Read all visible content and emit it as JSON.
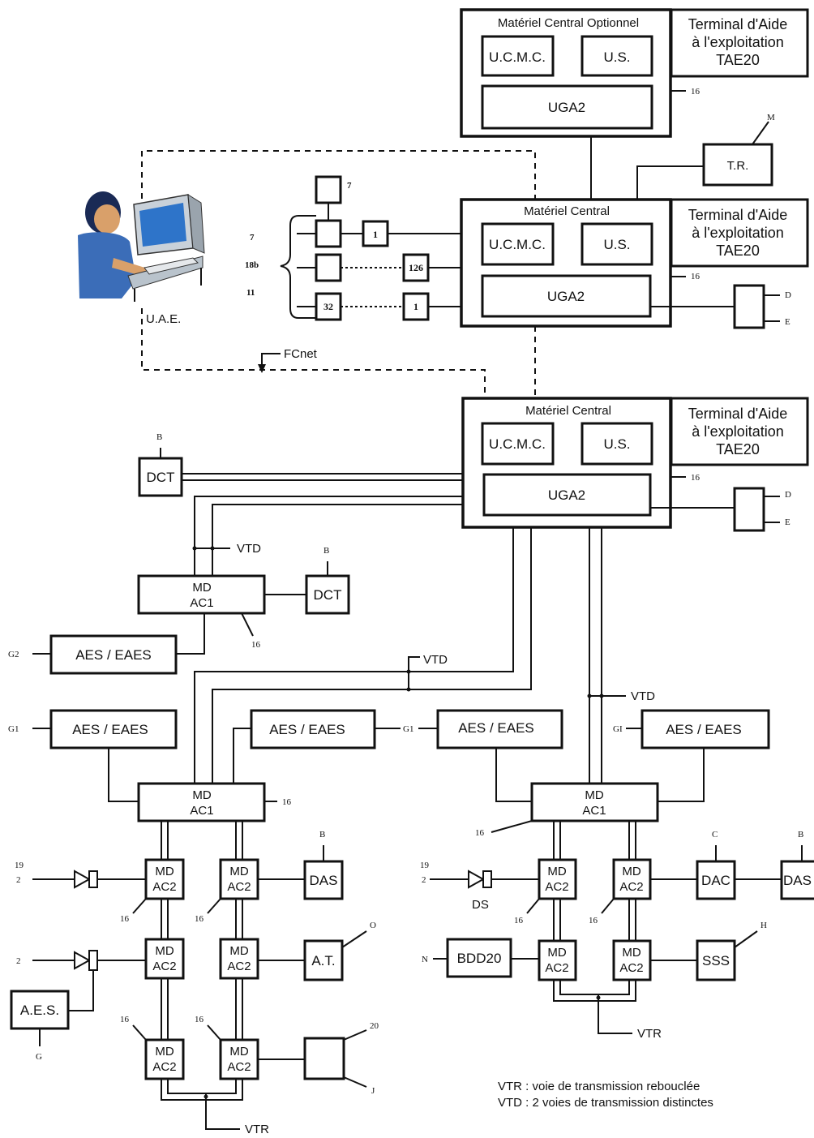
{
  "central_optional": {
    "title": "Matériel Central Optionnel",
    "ucmc": "U.C.M.C.",
    "us": "U.S.",
    "uga": "UGA2",
    "tae": [
      "Terminal d'Aide",
      "à l'exploitation",
      "TAE20"
    ],
    "ref": "16"
  },
  "central_main": {
    "title": "Matériel Central",
    "ucmc": "U.C.M.C.",
    "us": "U.S.",
    "uga": "UGA2",
    "tae": [
      "Terminal d'Aide",
      "à l'exploitation",
      "TAE20"
    ],
    "ref": "16",
    "out_d": "D",
    "out_e": "E"
  },
  "central_lower": {
    "title": "Matériel Central",
    "ucmc": "U.C.M.C.",
    "us": "U.S.",
    "uga": "UGA2",
    "tae": [
      "Terminal d'Aide",
      "à l'exploitation",
      "TAE20"
    ],
    "ref": "16",
    "out_d": "D",
    "out_e": "E"
  },
  "tr": {
    "label": "T.R.",
    "ref": "M"
  },
  "uae": {
    "label": "U.A.E.",
    "fcnet": "FCnet"
  },
  "numbers": {
    "n7_top": "7",
    "brace_7": "7",
    "brace_18b": "18b",
    "brace_11": "11",
    "box_1a": "1",
    "box_126": "126",
    "box_32": "32",
    "box_1b": "1"
  },
  "left": {
    "dct1": "DCT",
    "dct1_ref": "B",
    "vtd1": "VTD",
    "md_ac1_a": [
      "MD",
      "AC1"
    ],
    "md_ac1_a_ref": "16",
    "dct2": "DCT",
    "dct2_ref": "B",
    "aes_g2": "AES / EAES",
    "g2": "G2",
    "vtd2": "VTD",
    "aes_g1": "AES / EAES",
    "g1": "G1",
    "aes_mid": "AES / EAES",
    "md_ac1_b": [
      "MD",
      "AC1"
    ],
    "md_ac1_b_ref": "16",
    "md_ac2": [
      "MD",
      "AC2"
    ],
    "das": "DAS",
    "das_ref": "B",
    "at": "A.T.",
    "at_ref": "O",
    "aes_box": "A.E.S.",
    "aes_box_ref": "G",
    "det_19": "19",
    "det_2a": "2",
    "det_2b": "2",
    "r16": "16",
    "box20_top": "20",
    "box20_bot": "J",
    "vtr": "VTR"
  },
  "right": {
    "aes_g1a": "AES / EAES",
    "g1a": "G1",
    "aes_g1b": "AES / EAES",
    "g1b": "GI",
    "vtd": "VTD",
    "md_ac1": [
      "MD",
      "AC1"
    ],
    "md_ac1_ref": "16",
    "md_ac2": [
      "MD",
      "AC2"
    ],
    "dac": "DAC",
    "dac_ref": "C",
    "das": "DAS",
    "das_ref": "B",
    "ds": "DS",
    "det_19": "19",
    "det_2": "2",
    "bdd": "BDD20",
    "bdd_ref": "N",
    "sss": "SSS",
    "sss_ref": "H",
    "r16": "16",
    "vtr": "VTR"
  },
  "legend": {
    "vtr": "VTR  : voie de transmission rebouclée",
    "vtd": "VTD  : 2 voies de transmission distinctes"
  }
}
